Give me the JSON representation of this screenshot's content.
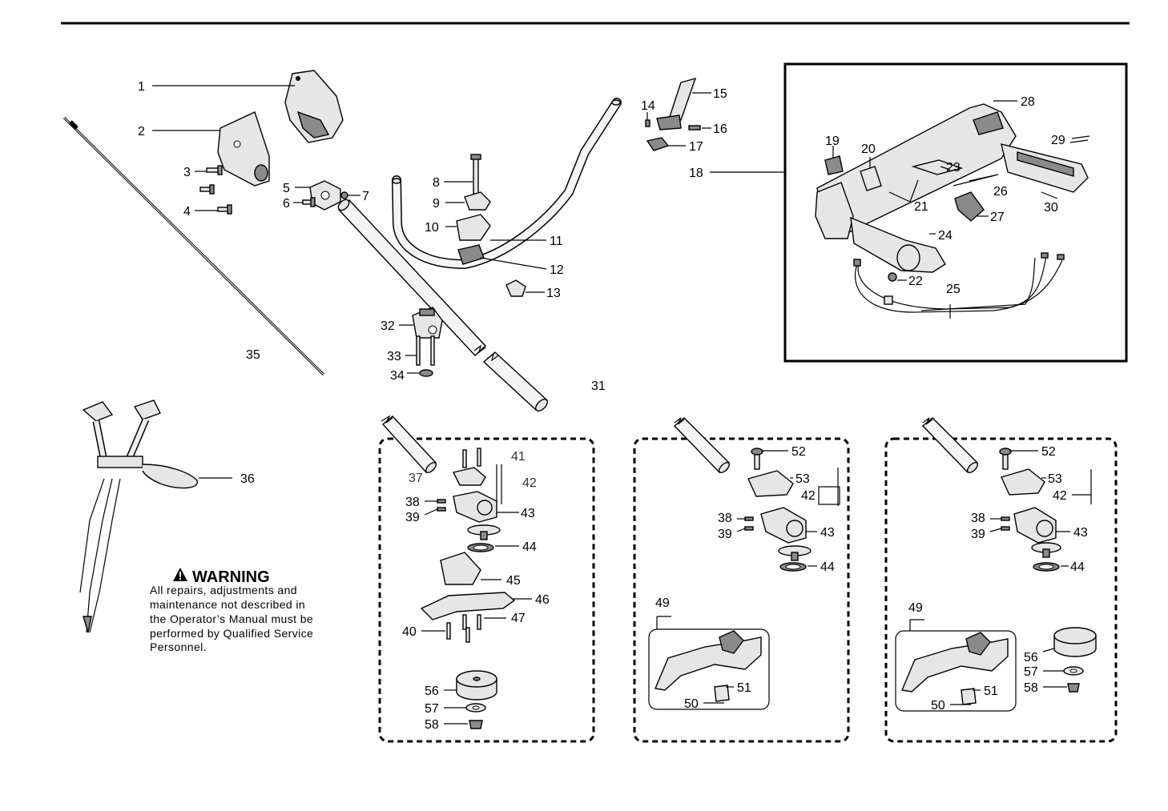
{
  "labels": {
    "p1": "1",
    "p2": "2",
    "p3": "3",
    "p4": "4",
    "p5": "5",
    "p6": "6",
    "p7": "7",
    "p8": "8",
    "p9": "9",
    "p10": "10",
    "p11": "11",
    "p12": "12",
    "p13": "13",
    "p14": "14",
    "p15": "15",
    "p16": "16",
    "p17": "17",
    "p18": "18",
    "p19": "19",
    "p20": "20",
    "p21": "21",
    "p22": "22",
    "p23": "23",
    "p24": "24",
    "p25": "25",
    "p26": "26",
    "p27": "27",
    "p28": "28",
    "p29": "29",
    "p30": "30",
    "p31": "31",
    "p32": "32",
    "p33": "33",
    "p34": "34",
    "p35": "35",
    "p36": "36",
    "p37": "37",
    "p38": "38",
    "p39": "39",
    "p40": "40",
    "p41": "41",
    "p42": "42",
    "p43": "43",
    "p44": "44",
    "p45": "45",
    "p46": "46",
    "p47": "47",
    "p49": "49",
    "p50": "50",
    "p51": "51",
    "p52": "52",
    "p53": "53",
    "p56": "56",
    "p57": "57",
    "p58": "58"
  },
  "warning": {
    "title": "WARNING",
    "lines": [
      "All repairs, adjustments and",
      "maintenance not described in",
      "the Operator’s Manual must be",
      "performed by Qualified Service",
      "Personnel."
    ]
  }
}
